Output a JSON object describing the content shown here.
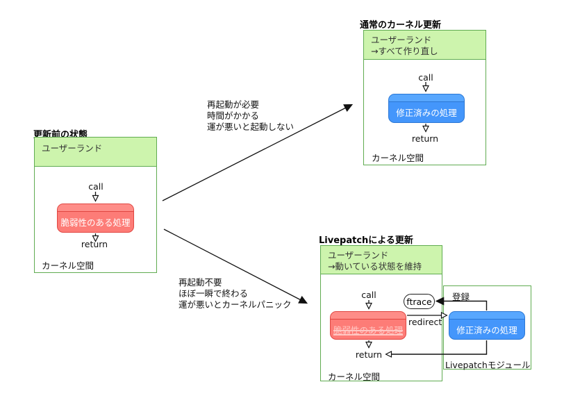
{
  "colors": {
    "green_border": "#5fab50",
    "green_fill": "#cdf4ad",
    "red_border": "#e04641",
    "red_fill": "#fd7c77",
    "blue_border": "#2b77d4",
    "blue_fill": "#4496fb"
  },
  "diagram_before": {
    "title": "更新前の状態",
    "userland": "ユーザーランド",
    "call": "call",
    "process": "脆弱性のある処理",
    "return": "return",
    "kernel": "カーネル空間"
  },
  "diagram_normal": {
    "title": "通常のカーネル更新",
    "userland": "ユーザーランド\n→すべて作り直し",
    "call": "call",
    "process": "修正済みの処理",
    "return": "return",
    "kernel": "カーネル空間"
  },
  "diagram_livepatch": {
    "title": "Livepatchによる更新",
    "userland": "ユーザーランド\n→動いている状態を維持",
    "call": "call",
    "old_process": "脆弱性のある処理",
    "return": "return",
    "kernel": "カーネル空間",
    "ftrace": "ftrace",
    "redirect": "redirect",
    "register": "登録",
    "new_process": "修正済みの処理",
    "module": "Livepatchモジュール"
  },
  "annotations": {
    "to_normal": "再起動が必要\n時間がかかる\n運が悪いと起動しない",
    "to_livepatch": "再起動不要\nほぼ一瞬で終わる\n運が悪いとカーネルパニック"
  }
}
